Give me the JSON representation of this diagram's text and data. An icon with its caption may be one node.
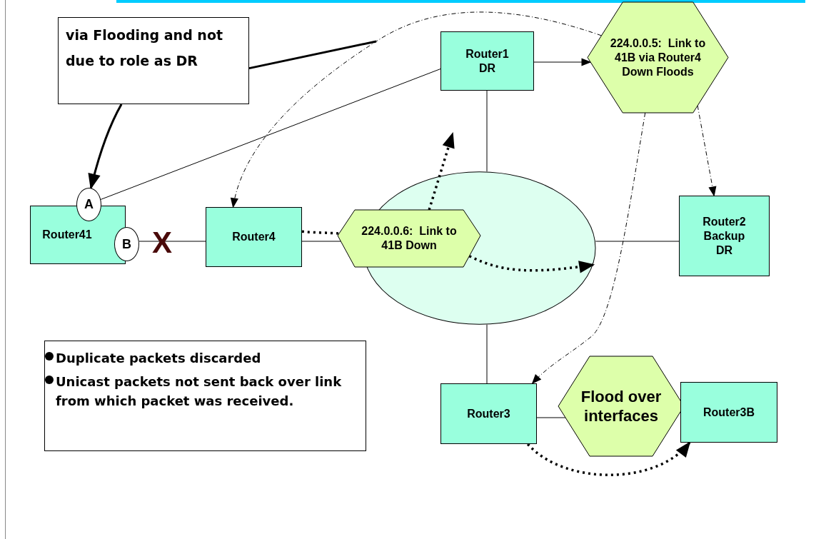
{
  "diagram": {
    "nodes": [
      {
        "text": [
          "via Flooding and not due to role as DR"
        ]
      },
      {
        "text": [
          "Router1",
          "DR"
        ]
      },
      {
        "text": [
          "224.0.0.5:  Link to 41B via Router4  Down Floods"
        ]
      },
      {
        "text": [
          "Router41"
        ]
      },
      {
        "text": [
          "A"
        ]
      },
      {
        "text": [
          "B"
        ]
      },
      {
        "text": [
          "Router4"
        ]
      },
      {
        "text": [],
        "shape": "circle"
      },
      {
        "text": [
          "224.0.0.6:  Link to 41B Down"
        ]
      },
      {
        "text": [
          "Router2",
          "Backup",
          "DR"
        ]
      },
      {
        "text": [
          "Duplicate packets discarded",
          "Unicast packets not sent back over link from which packet was received."
        ]
      },
      {
        "text": [
          "Router3"
        ]
      },
      {
        "text": [
          "Flood over interfaces"
        ]
      },
      {
        "text": [
          "Router3B"
        ]
      }
    ],
    "edges": [
      {
        "from": 0,
        "to": 4,
        "arrow": "to",
        "style": "thick"
      },
      {
        "from": 0,
        "to": null,
        "arrow": "none",
        "style": "thick"
      },
      {
        "from": 2,
        "to": 6,
        "arrow": "to",
        "style": "dashed"
      },
      {
        "from": 4,
        "to": 1,
        "arrow": "none"
      },
      {
        "from": 1,
        "to": 2,
        "arrow": "to"
      },
      {
        "from": 1,
        "to": 7,
        "arrow": "none"
      },
      {
        "from": 2,
        "to": 9,
        "arrow": "to",
        "style": "dashed"
      },
      {
        "from": 2,
        "to": 11,
        "arrow": "to",
        "style": "dashed"
      },
      {
        "from": 5,
        "to": 6,
        "arrow": "none"
      },
      {
        "from": 6,
        "to": 8,
        "arrow": "none"
      },
      {
        "from": 6,
        "to": 8,
        "arrow": "none",
        "style": "dashed"
      },
      {
        "from": 8,
        "to": null,
        "arrow": "to",
        "style": "dashed"
      },
      {
        "from": 8,
        "to": 7,
        "arrow": "to",
        "style": "dashed"
      },
      {
        "from": 7,
        "to": 9,
        "arrow": "none"
      },
      {
        "from": 7,
        "to": 11,
        "arrow": "none"
      },
      {
        "from": 11,
        "to": 12,
        "arrow": "none"
      },
      {
        "from": 11,
        "to": 13,
        "arrow": "to",
        "style": "dashed"
      }
    ],
    "labels": [
      "X"
    ]
  }
}
